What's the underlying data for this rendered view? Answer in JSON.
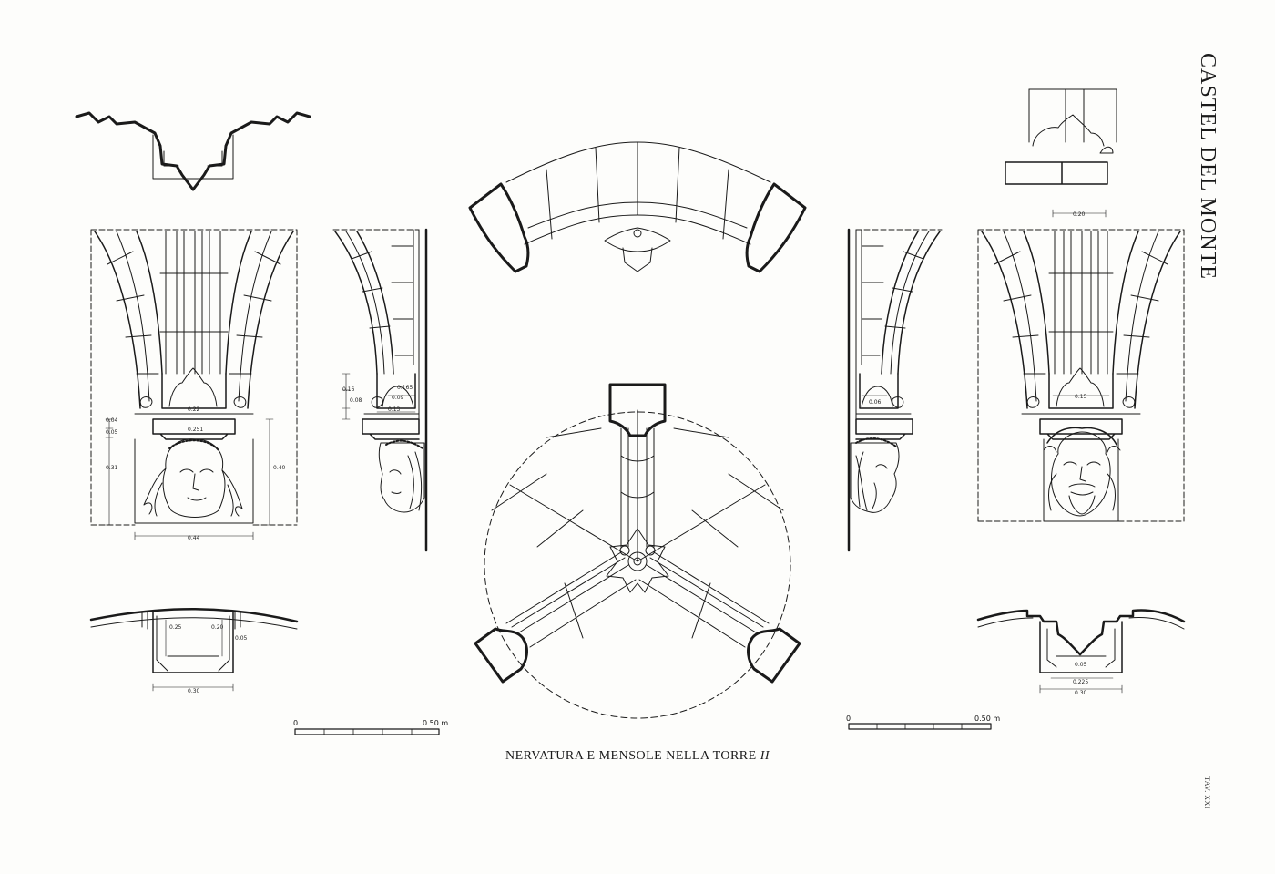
{
  "title": "CASTEL DEL MONTE",
  "caption": {
    "text": "NERVATURA E MENSOLE NELLA TORRE",
    "roman": "II"
  },
  "plate_number": "TAV. XXI",
  "scales": [
    {
      "start": "0",
      "end": "0.50 m"
    },
    {
      "start": "0",
      "end": "0.50 m"
    }
  ],
  "dimensions": {
    "left_elevation": {
      "d1": "0.22",
      "d2": "0.04",
      "d3": "0.05",
      "d4": "0.251",
      "d5": "0.31",
      "d6": "0.40",
      "d7": "0.44"
    },
    "left_side": {
      "d1": "0.16",
      "d2": "0.08",
      "d3": "0.09",
      "d4": "0.165",
      "d5": "0.13"
    },
    "left_section": {
      "d1": "0.25",
      "d2": "0.20",
      "d3": "0.05",
      "d4": "0.30"
    },
    "right_side": {
      "d1": "0.06"
    },
    "right_elevation": {
      "d1": "0.20",
      "d2": "0.15"
    },
    "right_section": {
      "d1": "0.05",
      "d2": "0.225",
      "d3": "0.30"
    }
  }
}
